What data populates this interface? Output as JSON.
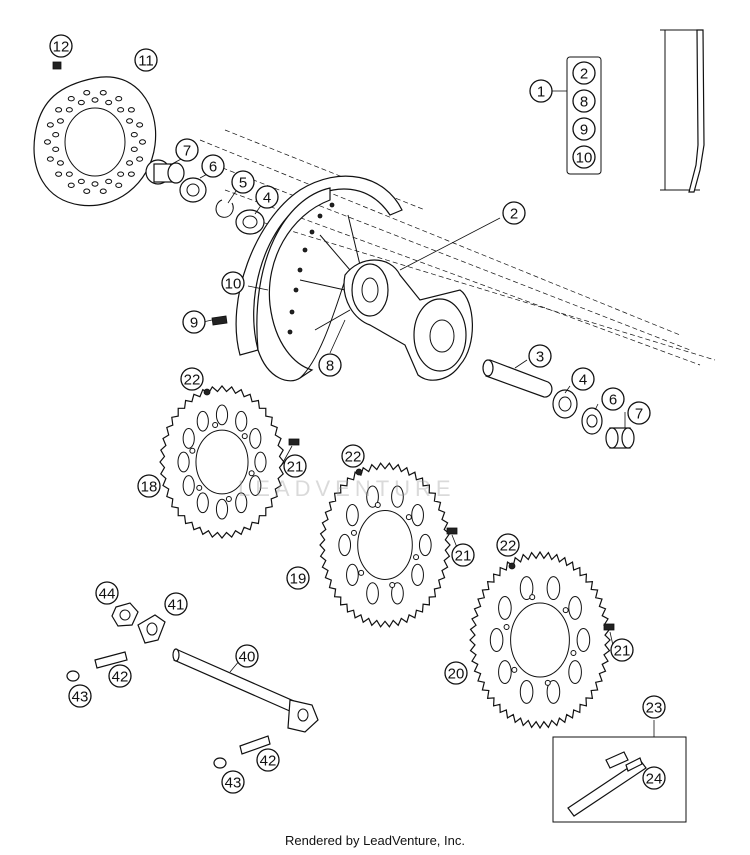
{
  "footer": "Rendered by LeadVenture, Inc.",
  "watermark": "LEADVENTURE",
  "kit_group": [
    "2",
    "8",
    "9",
    "10"
  ],
  "callouts": [
    {
      "label": "12"
    },
    {
      "label": "11"
    },
    {
      "label": "1"
    },
    {
      "label": "7"
    },
    {
      "label": "6"
    },
    {
      "label": "5"
    },
    {
      "label": "4"
    },
    {
      "label": "2"
    },
    {
      "label": "10"
    },
    {
      "label": "9"
    },
    {
      "label": "8"
    },
    {
      "label": "3"
    },
    {
      "label": "4"
    },
    {
      "label": "6"
    },
    {
      "label": "7"
    },
    {
      "label": "22"
    },
    {
      "label": "21"
    },
    {
      "label": "18"
    },
    {
      "label": "22"
    },
    {
      "label": "21"
    },
    {
      "label": "19"
    },
    {
      "label": "22"
    },
    {
      "label": "21"
    },
    {
      "label": "20"
    },
    {
      "label": "44"
    },
    {
      "label": "41"
    },
    {
      "label": "42"
    },
    {
      "label": "43"
    },
    {
      "label": "40"
    },
    {
      "label": "42"
    },
    {
      "label": "43"
    },
    {
      "label": "23"
    },
    {
      "label": "24"
    }
  ],
  "colors": {
    "line": "#111111",
    "background": "#ffffff"
  }
}
